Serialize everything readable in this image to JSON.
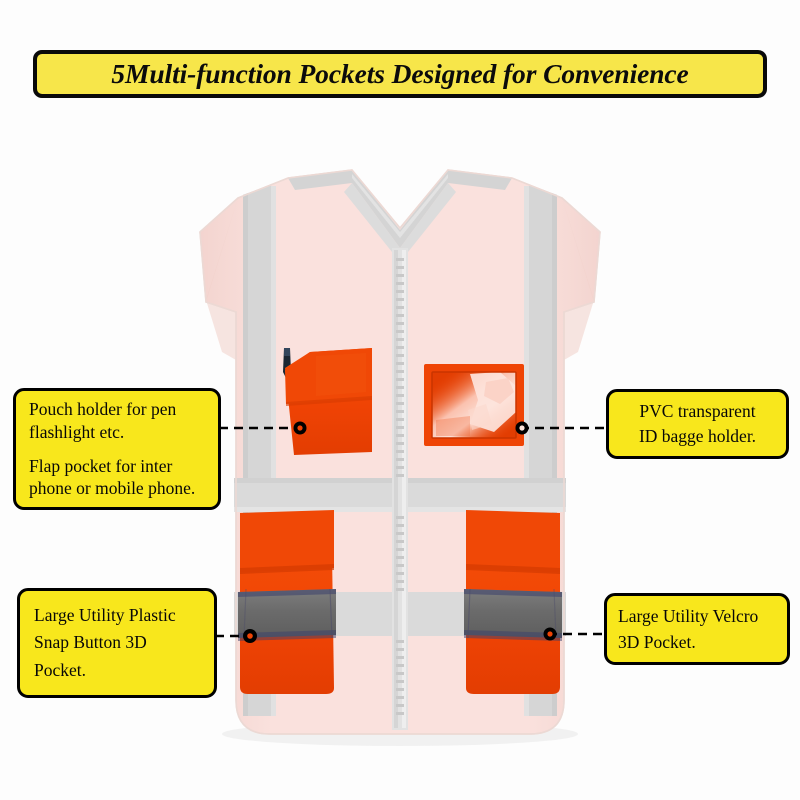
{
  "banner": {
    "title": "5Multi-function Pockets Designed for Convenience",
    "background_color": "#F8E71C",
    "border_color": "#000000",
    "text_color": "#0B0B0B"
  },
  "product": {
    "name": "high-visibility-safety-vest",
    "body_color": "#FAE0DC",
    "pocket_color": "#F04405",
    "reflective_strip_color": "#D7D7D7",
    "dark_reflective_band_color": "#6E6E6E",
    "zipper_color": "#DFDFDF",
    "background_color": "#FDFDFD"
  },
  "callouts": {
    "pen_pouch": {
      "line_1": "Pouch holder for pen",
      "line_2": "flashlight etc.",
      "line_3": "Flap pocket for inter",
      "line_4": "phone or mobile phone."
    },
    "pvc_holder": {
      "line_1": "PVC transparent",
      "line_2": "ID bagge holder."
    },
    "snap_pocket": {
      "line_1": "Large Utility Plastic",
      "line_2": "Snap Button 3D",
      "line_3": "Pocket."
    },
    "velcro_pocket": {
      "line_1": "Large Utility Velcro",
      "line_2": "3D Pocket."
    }
  },
  "markers": {
    "count": 4,
    "color": "#000000",
    "line_style": "dashed"
  }
}
